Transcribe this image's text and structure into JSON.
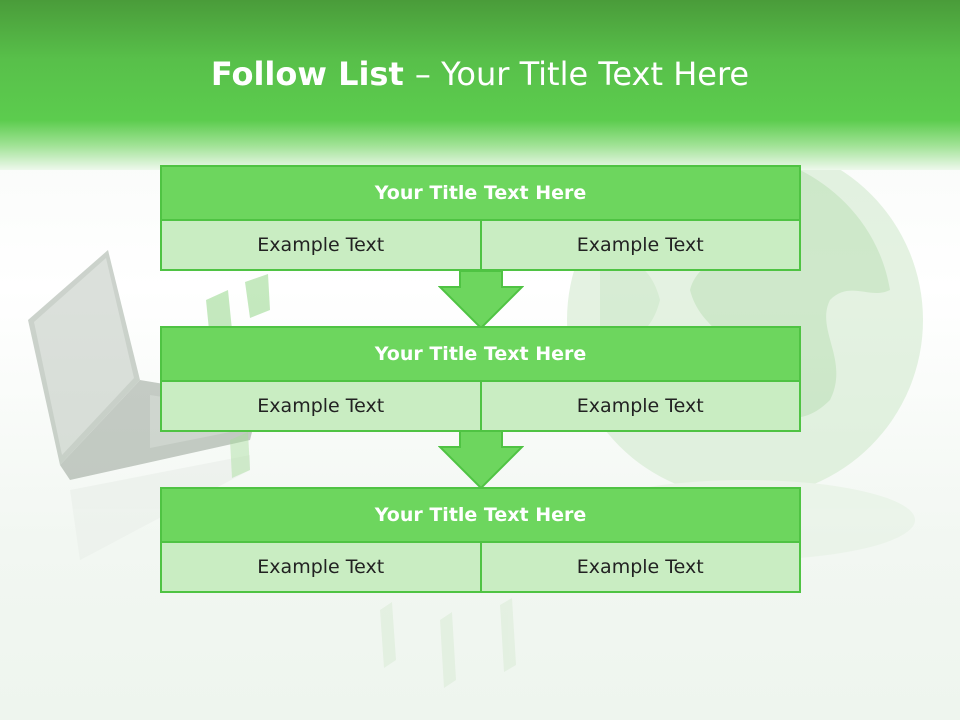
{
  "slide": {
    "title_bold": "Follow List ",
    "title_rest": " – Your Title Text Here"
  },
  "blocks": [
    {
      "title": "Your Title Text Here",
      "left_text": "Example Text",
      "right_text": "Example Text"
    },
    {
      "title": "Your Title Text Here",
      "left_text": "Example Text",
      "right_text": "Example Text"
    },
    {
      "title": "Your Title Text Here",
      "left_text": "Example Text",
      "right_text": "Example Text"
    }
  ],
  "colors": {
    "accent": "#6dd65e",
    "accent_border": "#4fc343",
    "cell_fill": "#c9edc2",
    "header_dark": "#4a9c3a"
  },
  "decor": [
    "laptop-image",
    "globe-image",
    "folder-icons"
  ]
}
